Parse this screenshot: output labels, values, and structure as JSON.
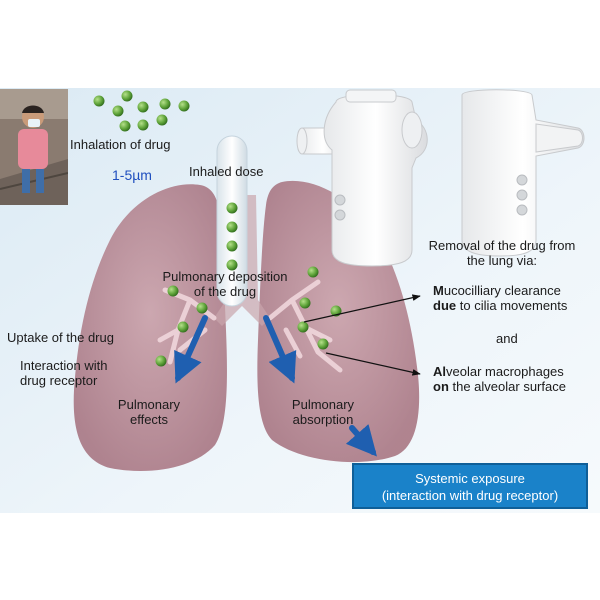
{
  "labels": {
    "inhalation": "Inhalation of drug",
    "particle_size": "1-5µm",
    "inhaled_dose": "Inhaled dose",
    "deposition_line1": "Pulmonary deposition",
    "deposition_line2": "of the drug",
    "uptake": "Uptake of the drug",
    "interaction_line1": "Interaction with",
    "interaction_line2": "drug receptor",
    "effects_line1": "Pulmonary",
    "effects_line2": "effects",
    "absorption_line1": "Pulmonary",
    "absorption_line2": "absorption",
    "removal_line1": "Removal of the drug from",
    "removal_line2": "the lung via:",
    "mucociliary_b1": "M",
    "mucociliary_line1": "ucocilliary clearance",
    "mucociliary_b2": "due",
    "mucociliary_line2": " to cilia movements",
    "and": "and",
    "macrophages_b1": "Al",
    "macrophages_line1": "veolar macrophages",
    "macrophages_b2": "on",
    "macrophages_line2": " the alveolar surface",
    "systemic_line1": "Systemic exposure",
    "systemic_line2": "(interaction with drug receptor)"
  },
  "colors": {
    "background_gradient_top": "#dbeaf4",
    "lung": "#b07a86",
    "particle": "#5fa43a",
    "arrow": "#1f5fb0",
    "box": "#1a82c9"
  },
  "icons": [
    "child-photo",
    "nebulizer-device",
    "nebulizer-mouthpiece"
  ]
}
